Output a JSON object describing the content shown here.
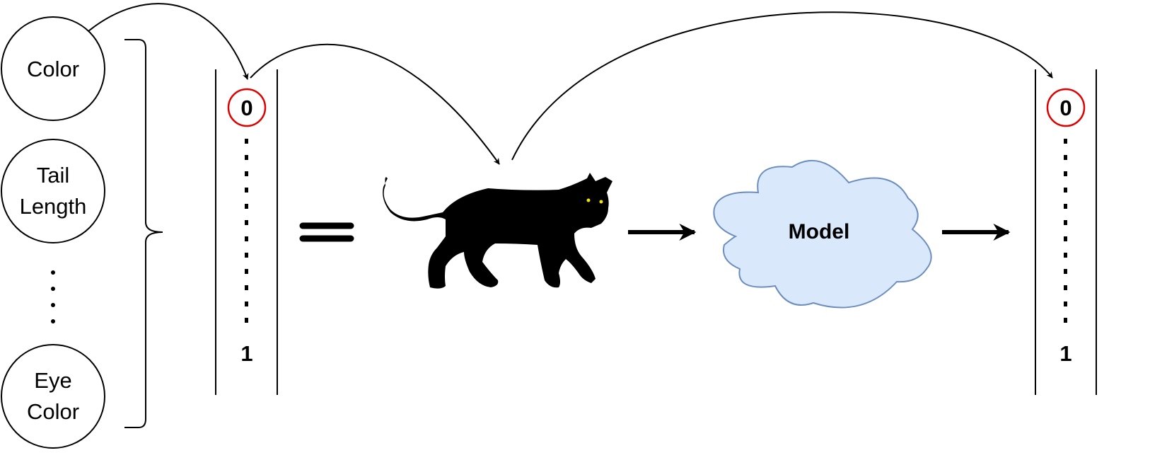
{
  "features": [
    {
      "lines": [
        "Color"
      ]
    },
    {
      "lines": [
        "Tail",
        "Length"
      ]
    },
    {
      "lines": [
        "Eye",
        "Color"
      ]
    }
  ],
  "input_vector": {
    "top": "0",
    "bottom": "1"
  },
  "output_vector": {
    "top": "0",
    "bottom": "1"
  },
  "model": {
    "label": "Model"
  },
  "colors": {
    "highlight": "#e00000",
    "cloud_fill": "#dae8fc",
    "cloud_stroke": "#6c8ebf",
    "cat_eye": "#f5e400"
  }
}
